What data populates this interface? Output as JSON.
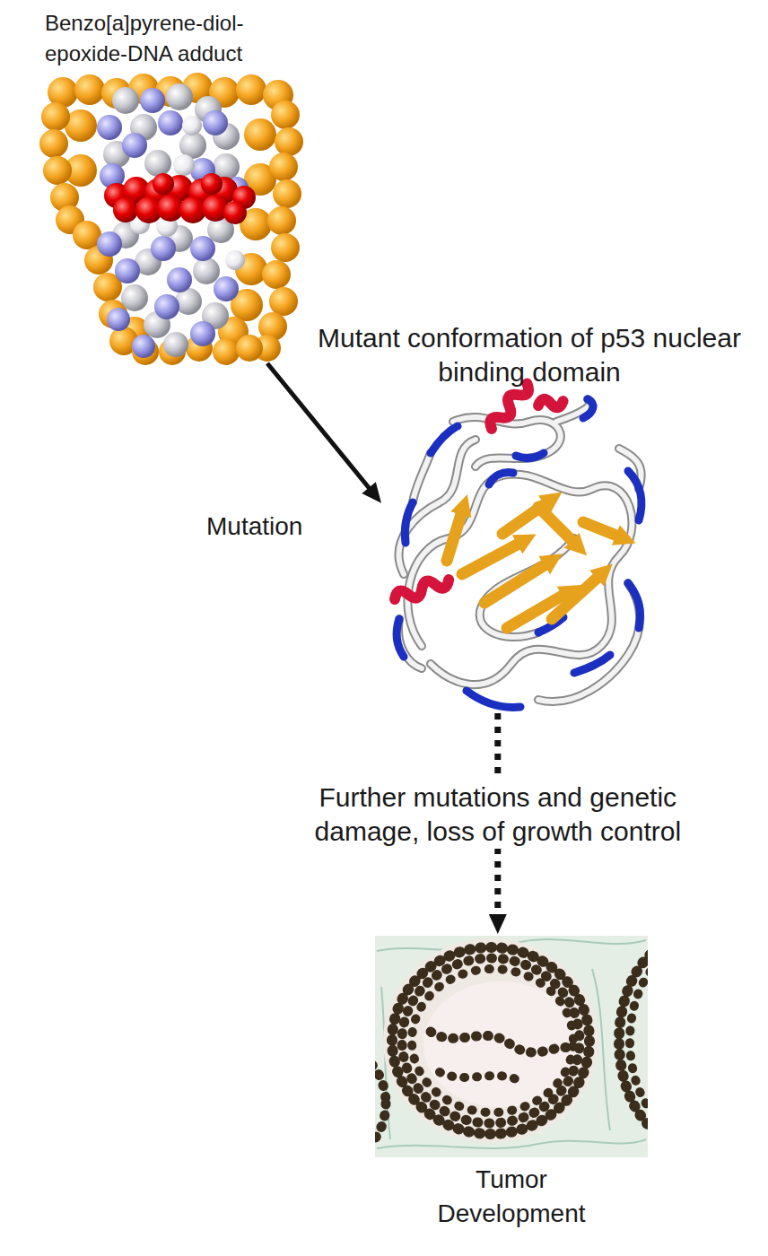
{
  "diagram": {
    "nodes": [
      {
        "text": [
          "Benzo[a]pyrene-diol-epoxide-DNA adduct"
        ]
      },
      {
        "text": [
          "Mutant conformation of p53 nuclear binding domain"
        ]
      },
      {
        "text": [
          "Tumor Development"
        ]
      }
    ],
    "edges": [
      {
        "from": 0,
        "to": 1,
        "arrow": "to",
        "label": "Mutation"
      },
      {
        "from": 1,
        "to": 2,
        "arrow": "to",
        "label": "Further mutations and genetic damage, loss of growth control"
      }
    ]
  }
}
